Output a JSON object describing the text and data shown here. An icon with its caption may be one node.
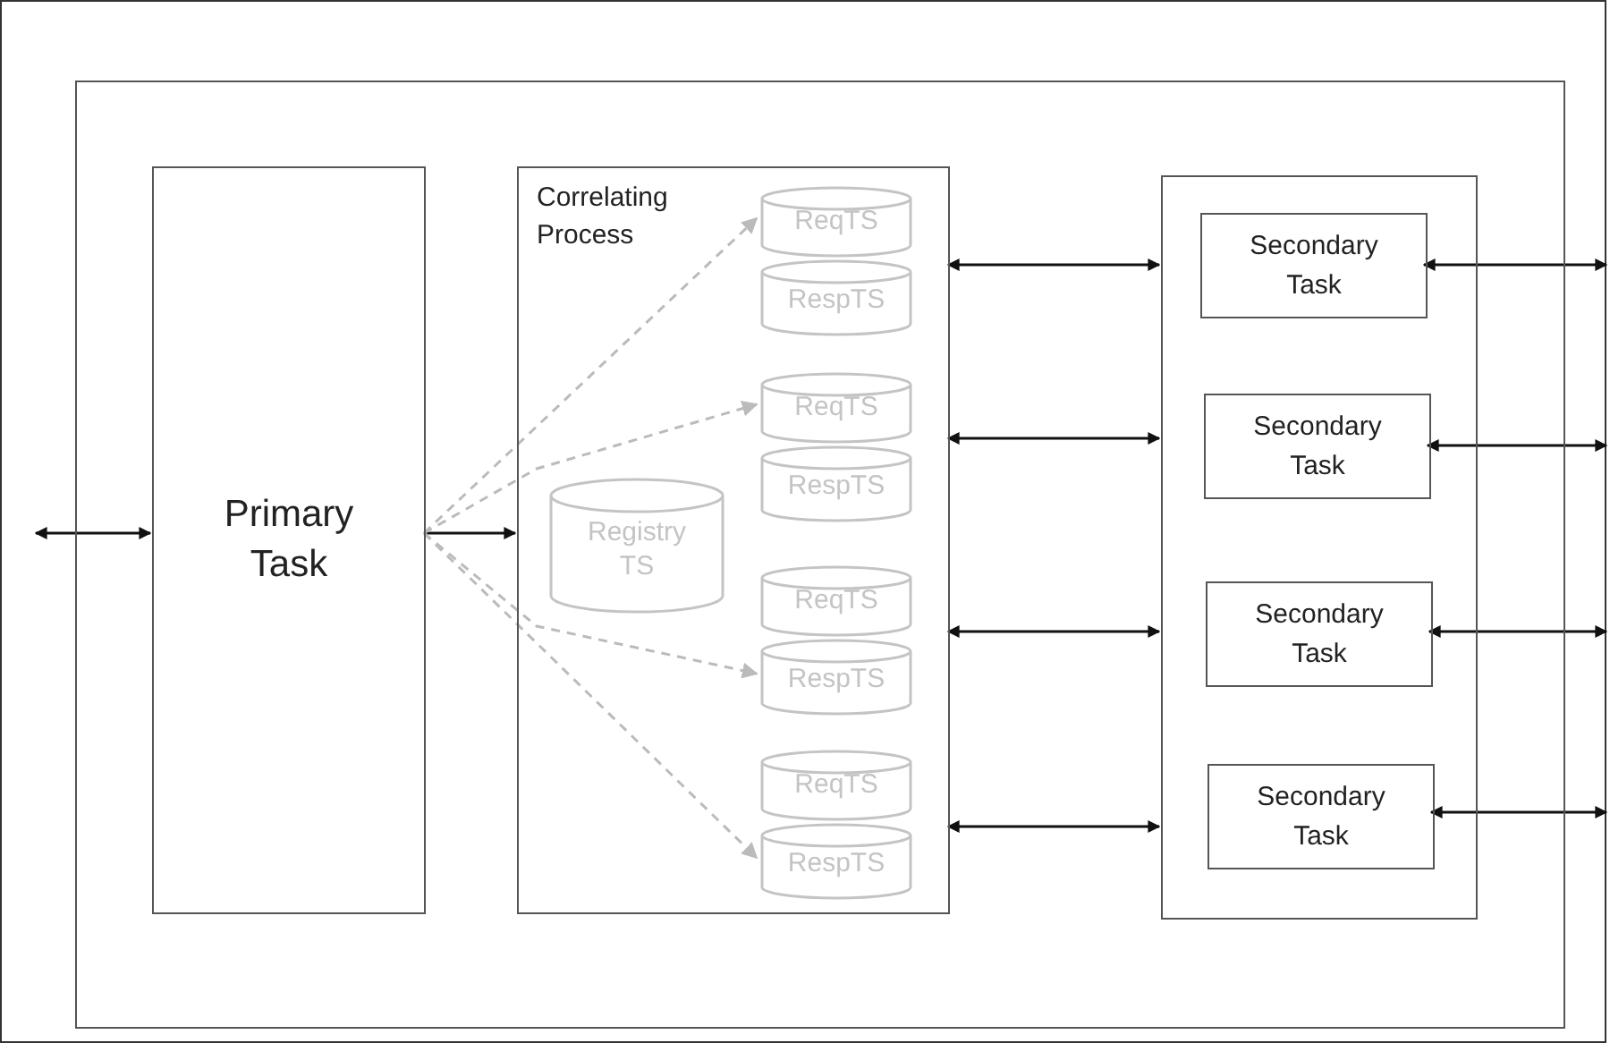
{
  "diagram": {
    "nodes": [
      {
        "text": [],
        "shape": "box"
      },
      {
        "text": [
          "Primary Task"
        ],
        "in": 0
      },
      {
        "text": [
          "Correlating Process"
        ],
        "in": 0
      },
      {
        "text": [
          "Registry TS"
        ],
        "in": 2
      },
      {
        "text": [
          "ReqTS"
        ],
        "in": 2
      },
      {
        "text": [
          "RespTS"
        ],
        "in": 2
      },
      {
        "text": [
          "ReqTS"
        ],
        "in": 2
      },
      {
        "text": [
          "RespTS"
        ],
        "in": 2
      },
      {
        "text": [
          "ReqTS"
        ],
        "in": 2
      },
      {
        "text": [
          "RespTS"
        ],
        "in": 2
      },
      {
        "text": [
          "ReqTS"
        ],
        "in": 2
      },
      {
        "text": [
          "RespTS"
        ],
        "in": 2
      },
      {
        "text": [],
        "shape": "box",
        "in": 0
      },
      {
        "text": [
          "Secondary Task"
        ],
        "in": 12
      },
      {
        "text": [
          "Secondary Task"
        ],
        "in": 12
      },
      {
        "text": [
          "Secondary Task"
        ],
        "in": 12
      },
      {
        "text": [
          "Secondary Task"
        ],
        "in": 12
      }
    ],
    "edges": [
      {
        "from": null,
        "to": 1,
        "arrow": "both"
      },
      {
        "from": 1,
        "to": 2,
        "arrow": "to"
      },
      {
        "from": 1,
        "to": 4,
        "arrow": "to",
        "style": "dashed",
        "color": "#bbbbbb"
      },
      {
        "from": 1,
        "to": 6,
        "arrow": "to",
        "style": "dashed",
        "color": "#bbbbbb"
      },
      {
        "from": 1,
        "to": 9,
        "arrow": "to",
        "style": "dashed",
        "color": "#bbbbbb"
      },
      {
        "from": 1,
        "to": 11,
        "arrow": "to",
        "style": "dashed",
        "color": "#bbbbbb"
      },
      {
        "from": 2,
        "to": 12,
        "arrow": "both"
      },
      {
        "from": 2,
        "to": 12,
        "arrow": "both"
      },
      {
        "from": 2,
        "to": 12,
        "arrow": "both"
      },
      {
        "from": 2,
        "to": 12,
        "arrow": "both"
      },
      {
        "from": 13,
        "to": null,
        "arrow": "both"
      },
      {
        "from": 14,
        "to": null,
        "arrow": "both"
      },
      {
        "from": 15,
        "to": null,
        "arrow": "both"
      },
      {
        "from": 16,
        "to": null,
        "arrow": "both"
      }
    ]
  }
}
